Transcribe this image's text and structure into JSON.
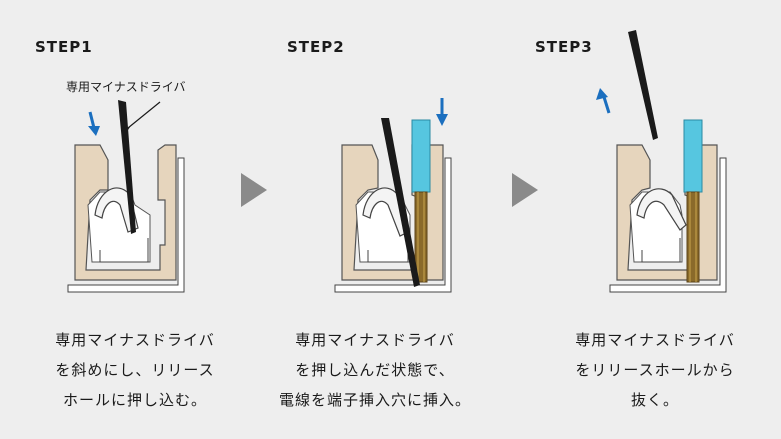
{
  "steps": [
    {
      "title": "STEP1",
      "callout": "専用マイナスドライバ",
      "caption": [
        "専用マイナスドライバ",
        "を斜めにし、リリース",
        "ホールに押し込む。"
      ]
    },
    {
      "title": "STEP2",
      "caption": [
        "専用マイナスドライバ",
        "を押し込んだ状態で、",
        "電線を端子挿入穴に挿入。"
      ]
    },
    {
      "title": "STEP3",
      "caption": [
        "専用マイナスドライバ",
        "をリリースホールから",
        "抜く。"
      ]
    }
  ],
  "icons": {
    "next": "triangle-right-icon",
    "push_down": "blue-arrow-down-icon",
    "pull_up": "blue-arrow-up-icon"
  },
  "colors": {
    "background": "#eeeeee",
    "housing": "#e6d5bd",
    "arrow_blue": "#1b6fbf",
    "wire_insulation": "#56c6e0",
    "wire_core": "#8a6a2a",
    "driver": "#1a1a1a",
    "next_arrow": "#8a8a8a"
  }
}
